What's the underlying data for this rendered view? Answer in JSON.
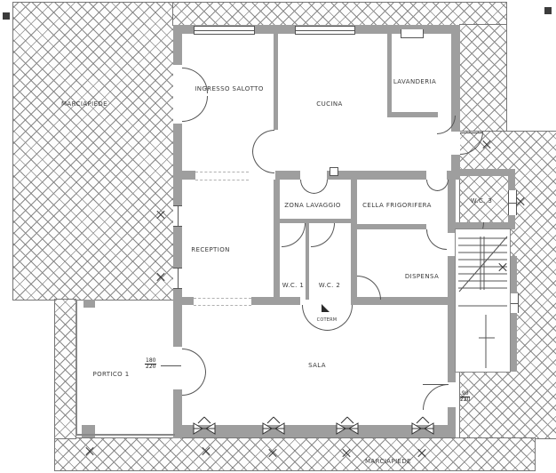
{
  "plan": {
    "areas": {
      "marciapiede_left": "MARCIAPIEDE",
      "ingresso_salotto": "INGRESSO SALOTTO",
      "cucina": "CUCINA",
      "lavanderia": "LAVANDERIA",
      "zona_lavaggio": "ZONA LAVAGGIO",
      "cella_frigorifera": "CELLA FRIGORIFERA",
      "wc3": "W.C. 3",
      "reception": "RECEPTION",
      "wc1": "W.C. 1",
      "wc2": "W.C. 2",
      "dispensa": "DISPENSA",
      "sala": "SALA",
      "portico": "PORTICO 1",
      "marciapiede_bottom": "MARCIAPIEDE"
    },
    "annotations": {
      "coterm": "COTERM",
      "portico_door_dim_top": "180",
      "portico_door_dim_bottom": "220",
      "sala_door_dim_top": "90",
      "sala_door_dim_bottom": "220"
    },
    "colors": {
      "wall": "#9e9e9e",
      "hatch_line": "#8a8a8a",
      "line": "#555555",
      "label": "#3a3a3a"
    }
  }
}
